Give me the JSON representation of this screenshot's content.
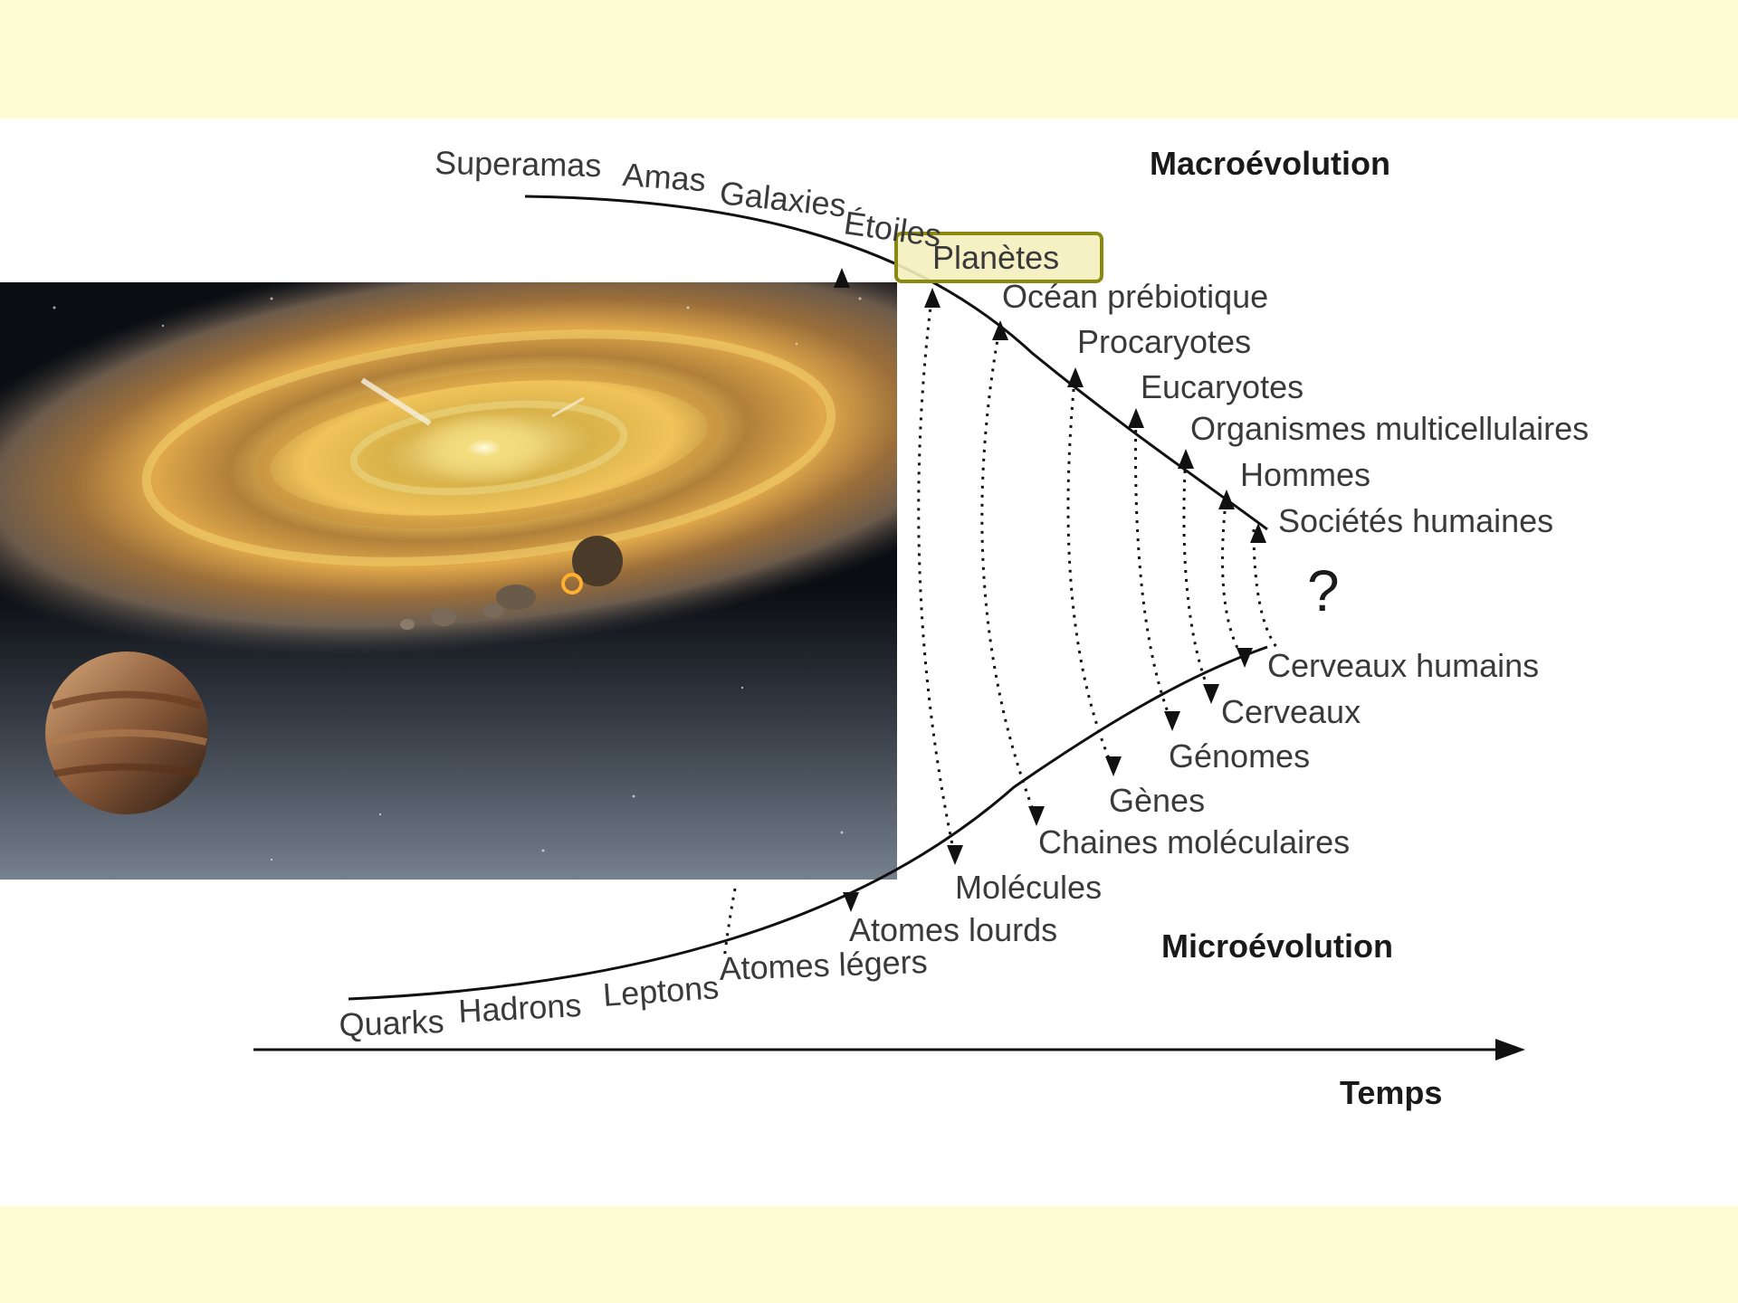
{
  "macro_heading": "Macroévolution",
  "micro_heading": "Microévolution",
  "axis_label": "Temps",
  "question_mark": "?",
  "highlighted_label": "Planètes",
  "macro_labels": [
    "Superamas",
    "Amas",
    "Galaxies",
    "Étoiles",
    "Océan prébiotique",
    "Procaryotes",
    "Eucaryotes",
    "Organismes multicellulaires",
    "Hommes",
    "Sociétés humaines"
  ],
  "micro_labels": [
    "Quarks",
    "Hadrons",
    "Leptons",
    "Atomes légers",
    "Atomes lourds",
    "Molécules",
    "Chaines moléculaires",
    "Gènes",
    "Génomes",
    "Cerveaux",
    "Cerveaux humains"
  ],
  "colors": {
    "background": "#fdfcd3",
    "panel": "#ffffff",
    "highlight_fill": "#f4f0bf",
    "highlight_border": "#8a8a10",
    "curve": "#111111"
  },
  "illustration": "protoplanetary-disk-image"
}
